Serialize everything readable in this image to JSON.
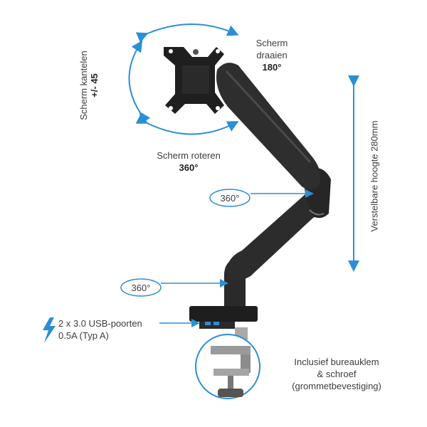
{
  "colors": {
    "accent": "#2b8fd6",
    "arm": "#2a2a2a",
    "metal": "#9a9a9a"
  },
  "icons": {
    "usb": "lightning-bolt-icon"
  },
  "labels": {
    "tilt_line1": "Scherm kantelen",
    "tilt_line2": "+/- 45",
    "swivel_line1": "Scherm",
    "swivel_line2": "draaien",
    "swivel_line3": "180°",
    "rotate_line1": "Scherm roteren",
    "rotate_line2": "360°",
    "joint_upper": "360°",
    "joint_lower": "360°",
    "height": "Verstelbare hoogte 280mm",
    "usb_line1": "2 x 3.0 USB-poorten",
    "usb_line2": "0.5A (Typ A)",
    "clamp_line1": "Inclusief bureauklem",
    "clamp_line2": "& schroef",
    "clamp_line3": "(grommetbevestiging)"
  }
}
